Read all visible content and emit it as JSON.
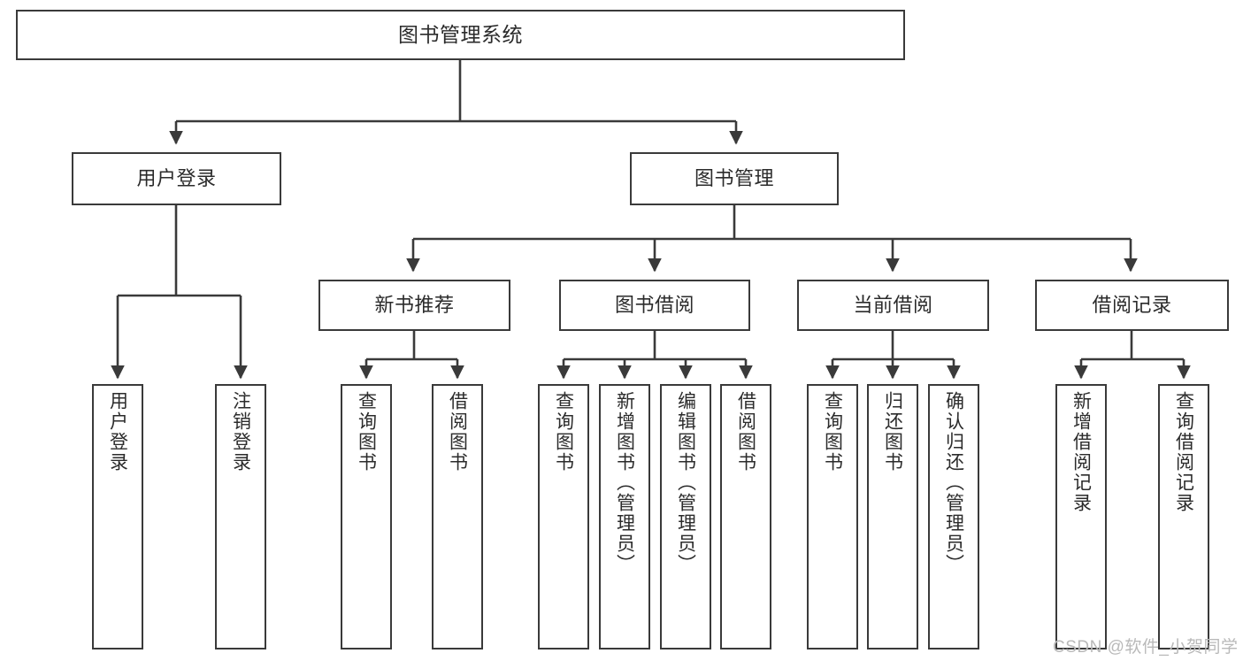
{
  "diagram": {
    "title": "图书管理系统",
    "type": "tree-hierarchy-diagram",
    "theme": {
      "background": "#ffffff",
      "border": "#3a3a3a",
      "text": "#2b2b2b",
      "watermark": "#b9b9b9"
    },
    "root": {
      "label": "图书管理系统"
    },
    "level2": [
      {
        "label": "用户登录"
      },
      {
        "label": "图书管理"
      }
    ],
    "level3": [
      {
        "label": "新书推荐"
      },
      {
        "label": "图书借阅"
      },
      {
        "label": "当前借阅"
      },
      {
        "label": "借阅记录"
      }
    ],
    "leaves": {
      "user_login": [
        {
          "label": "用户登录"
        },
        {
          "label": "注销登录"
        }
      ],
      "new_book_recommend": [
        {
          "label": "查询图书"
        },
        {
          "label": "借阅图书"
        }
      ],
      "book_borrow": [
        {
          "label": "查询图书"
        },
        {
          "label": "新增图书（管理员）"
        },
        {
          "label": "编辑图书（管理员）"
        },
        {
          "label": "借阅图书"
        }
      ],
      "current_borrow": [
        {
          "label": "查询图书"
        },
        {
          "label": "归还图书"
        },
        {
          "label": "确认归还（管理员）"
        }
      ],
      "borrow_records": [
        {
          "label": "新增借阅记录"
        },
        {
          "label": "查询借阅记录"
        }
      ]
    }
  },
  "watermark": {
    "text": "CSDN @软件_小贺同学"
  }
}
